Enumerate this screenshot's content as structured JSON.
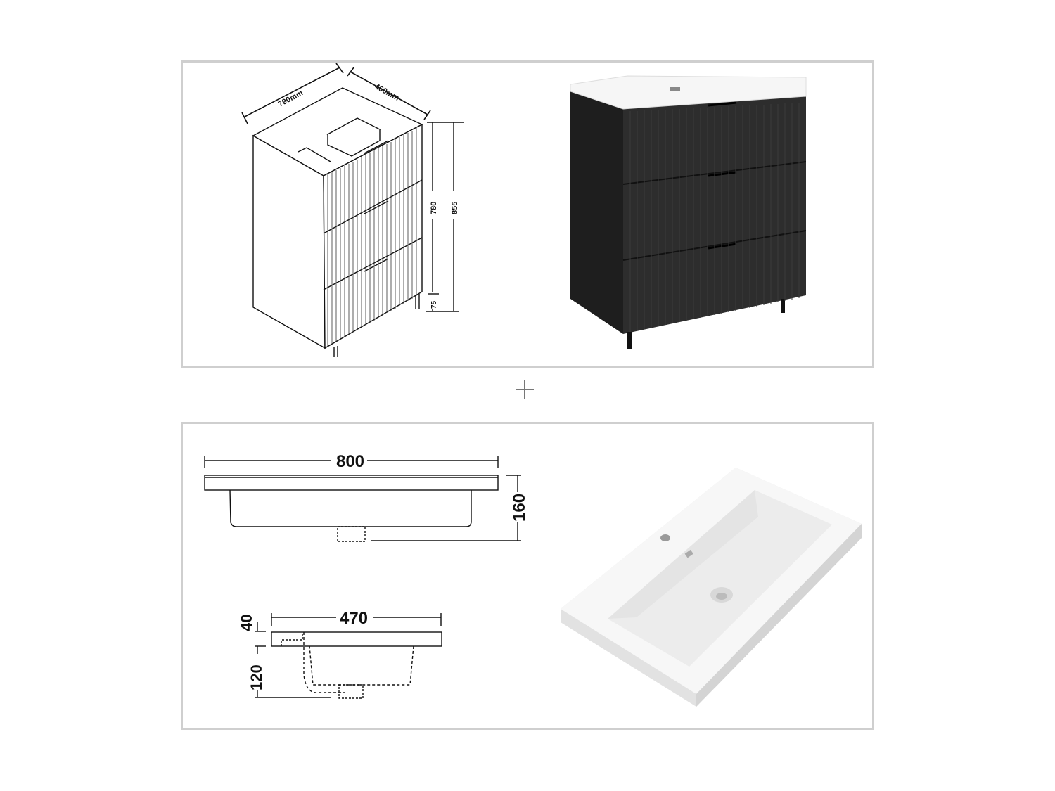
{
  "cabinet_drawing": {
    "width_label": "790mm",
    "depth_label": "460mm",
    "height_body_label": "780",
    "height_total_label": "855",
    "leg_height_label": "75"
  },
  "combine_symbol": "+",
  "basin_drawing": {
    "front_width_label": "800",
    "front_height_label": "160",
    "side_depth_label": "470",
    "side_rim_label": "40",
    "side_bowl_label": "120"
  },
  "colors": {
    "panel_border": "#cfcfcf",
    "cabinet_body": "#2a2a2a",
    "basin_white": "#f4f4f4",
    "line": "#111111"
  }
}
